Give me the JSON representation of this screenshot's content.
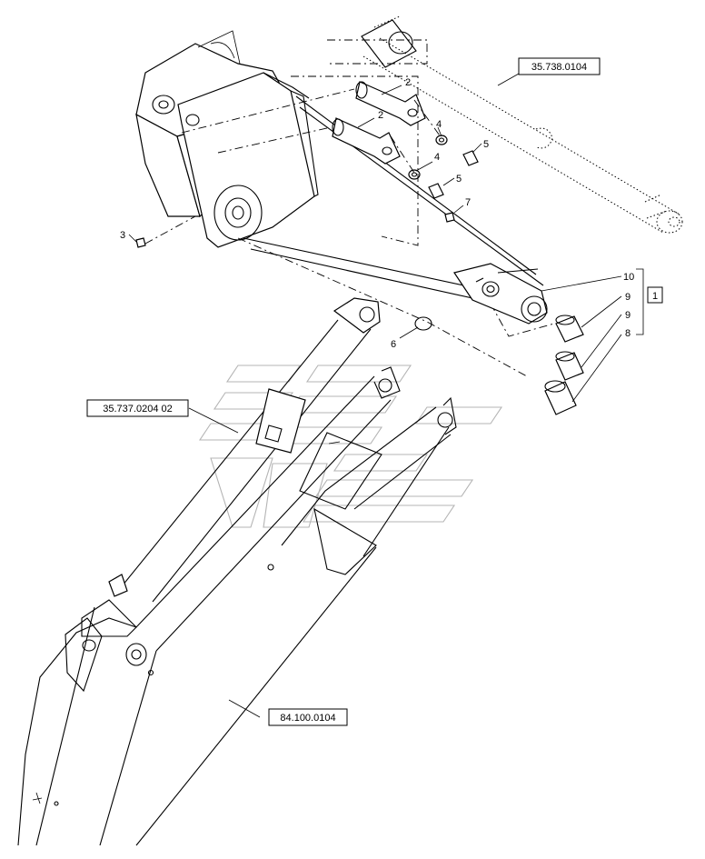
{
  "references": {
    "cylinder": "35.738.0104",
    "link": "35.737.0204 02",
    "boom": "84.100.0104"
  },
  "callouts": {
    "pin_a": "2",
    "pin_b": "2",
    "washer_a": "4",
    "washer_b": "4",
    "bolt_a": "5",
    "bolt_b": "5",
    "grease_fitting": "7",
    "screw_left": "3",
    "circlip": "6",
    "end_housing": "10",
    "bushing_a": "9",
    "bushing_b": "9",
    "bushing_c": "8",
    "assembly": "1"
  },
  "watermark": {
    "name": "watermark-logo"
  }
}
